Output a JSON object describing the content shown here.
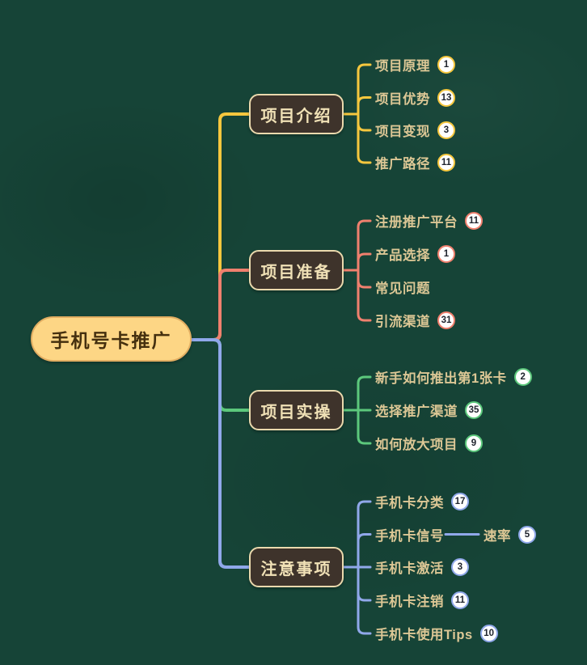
{
  "root": {
    "label": "手机号卡推广"
  },
  "colors": {
    "background": "#164437",
    "root_fill": "#fdd685",
    "root_border": "#e2ae62",
    "root_text": "#45300f",
    "branch_box_fill": "#3e332b",
    "branch_box_border": "#ead9ad",
    "branch_box_text": "#f0e1b6",
    "leaf_text": "#dcc795",
    "badge_fill": "#ffffff",
    "badge_text": "#20242e"
  },
  "branches": [
    {
      "label": "项目介绍",
      "color": "#f6c73e",
      "children": [
        {
          "label": "项目原理",
          "badge": "1"
        },
        {
          "label": "项目优势",
          "badge": "13"
        },
        {
          "label": "项目变现",
          "badge": "3"
        },
        {
          "label": "推广路径",
          "badge": "11"
        }
      ]
    },
    {
      "label": "项目准备",
      "color": "#f0806e",
      "children": [
        {
          "label": "注册推广平台",
          "badge": "11"
        },
        {
          "label": "产品选择",
          "badge": "1"
        },
        {
          "label": "常见问题",
          "badge": ""
        },
        {
          "label": "引流渠道",
          "badge": "31"
        }
      ]
    },
    {
      "label": "项目实操",
      "color": "#5cc87c",
      "children": [
        {
          "label": "新手如何推出第1张卡",
          "badge": "2"
        },
        {
          "label": "选择推广渠道",
          "badge": "35"
        },
        {
          "label": "如何放大项目",
          "badge": "9"
        }
      ]
    },
    {
      "label": "注意事项",
      "color": "#90a8ea",
      "children": [
        {
          "label": "手机卡分类",
          "badge": "17"
        },
        {
          "label": "手机卡信号",
          "badge": "",
          "sub": {
            "label": "速率",
            "badge": "5"
          }
        },
        {
          "label": "手机卡激活",
          "badge": "3"
        },
        {
          "label": "手机卡注销",
          "badge": "11"
        },
        {
          "label": "手机卡使用Tips",
          "badge": "10"
        }
      ]
    }
  ]
}
